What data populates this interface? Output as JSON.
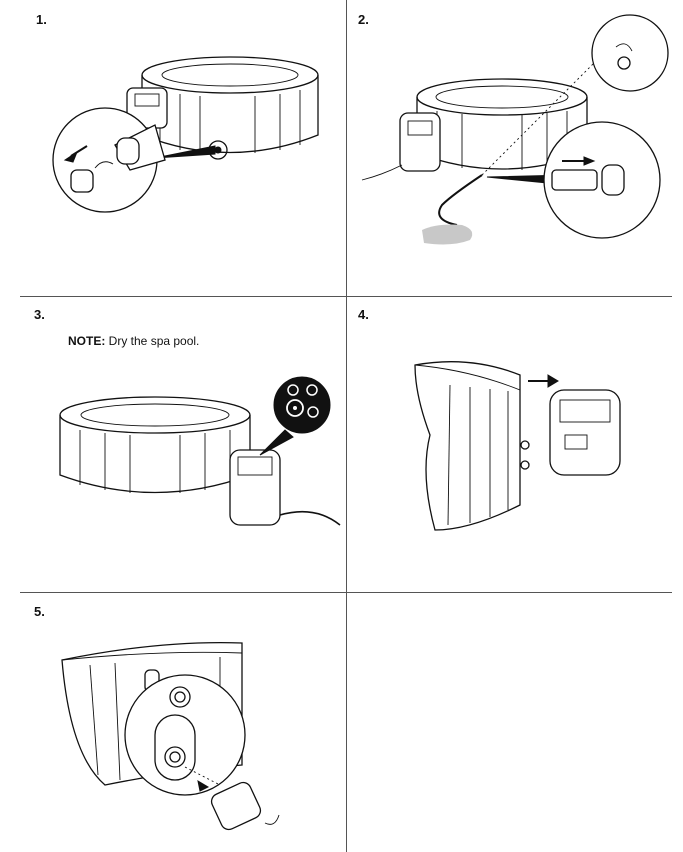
{
  "steps": [
    {
      "number": "1."
    },
    {
      "number": "2."
    },
    {
      "number": "3.",
      "note_label": "NOTE:",
      "note_text": " Dry the spa pool."
    },
    {
      "number": "4."
    },
    {
      "number": "5."
    }
  ]
}
